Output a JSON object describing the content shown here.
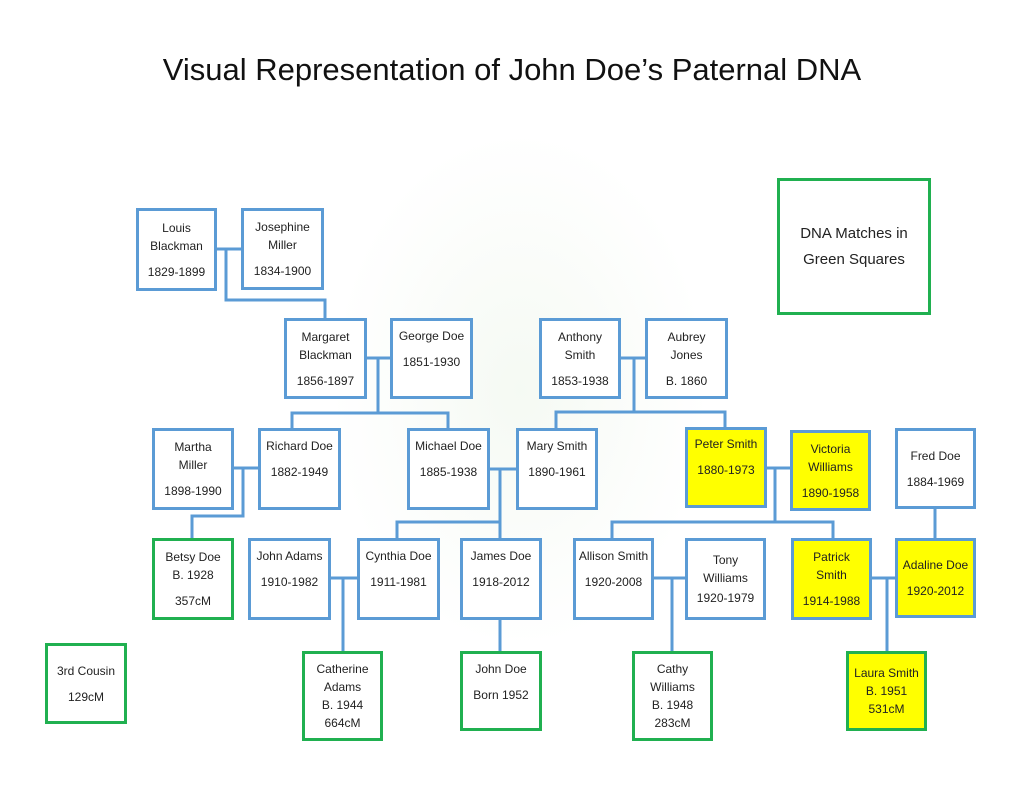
{
  "title": "Visual Representation of John Doe’s Paternal DNA",
  "legend": {
    "line1": "DNA Matches in",
    "line2": "Green Squares"
  },
  "people": {
    "louis": {
      "name": "Louis Blackman",
      "dates": "1829-1899"
    },
    "josephine": {
      "name": "Josephine Miller",
      "dates": "1834-1900"
    },
    "margaret": {
      "name": "Margaret Blackman",
      "dates": "1856-1897"
    },
    "george": {
      "name": "George Doe",
      "dates": "1851-1930"
    },
    "anthony": {
      "name": "Anthony Smith",
      "dates": "1853-1938"
    },
    "aubrey": {
      "name": "Aubrey Jones",
      "dates": "B. 1860"
    },
    "martha": {
      "name": "Martha Miller",
      "dates": "1898-1990"
    },
    "richard": {
      "name": "Richard Doe",
      "dates": "1882-1949"
    },
    "michael": {
      "name": "Michael Doe",
      "dates": "1885-1938"
    },
    "mary": {
      "name": "Mary Smith",
      "dates": "1890-1961"
    },
    "peter": {
      "name": "Peter Smith",
      "dates": "1880-1973"
    },
    "victoria": {
      "name": "Victoria Williams",
      "dates": "1890-1958"
    },
    "fred": {
      "name": "Fred Doe",
      "dates": "1884-1969"
    },
    "betsy": {
      "name": "Betsy Doe",
      "dates": "B. 1928",
      "cm": "357cM"
    },
    "johnadams": {
      "name": "John Adams",
      "dates": "1910-1982"
    },
    "cynthia": {
      "name": "Cynthia Doe",
      "dates": "1911-1981"
    },
    "james": {
      "name": "James Doe",
      "dates": "1918-2012"
    },
    "allison": {
      "name": "Allison Smith",
      "dates": "1920-2008"
    },
    "tony": {
      "name": "Tony Williams",
      "dates": "1920-1979"
    },
    "patrick": {
      "name": "Patrick Smith",
      "dates": "1914-1988"
    },
    "adaline": {
      "name": "Adaline Doe",
      "dates": "1920-2012"
    },
    "cousin": {
      "name": "3rd Cousin",
      "cm": "129cM"
    },
    "catherine": {
      "name": "Catherine Adams",
      "dates": "B. 1944",
      "cm": "664cM"
    },
    "johndoe": {
      "name": "John Doe",
      "dates": "Born 1952"
    },
    "cathy": {
      "name": "Cathy Williams",
      "dates": "B. 1948",
      "cm": "283cM"
    },
    "laura": {
      "name": "Laura Smith",
      "dates": "B. 1951",
      "cm": "531cM"
    }
  },
  "colors": {
    "line": "#5b9bd5",
    "match": "#20b050",
    "highlight": "#ffff00"
  }
}
